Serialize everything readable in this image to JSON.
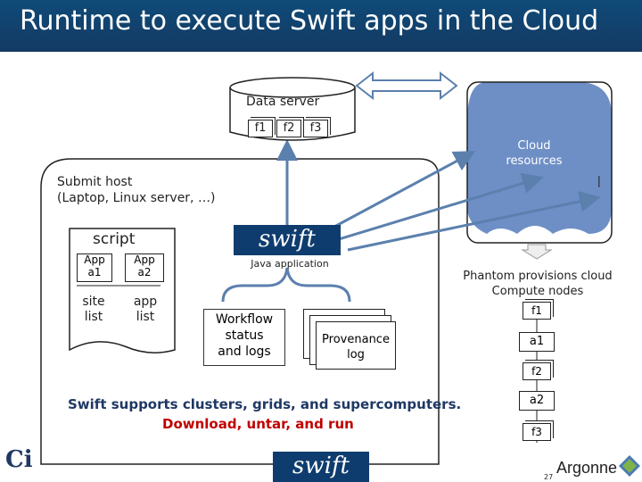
{
  "title": "Runtime to execute Swift apps in the Cloud",
  "data_server": {
    "label": "Data server",
    "files": [
      "f1",
      "f2",
      "f3"
    ]
  },
  "cloud": {
    "label": "Cloud\nresources",
    "dots": "......."
  },
  "submit_host": {
    "line1": "Submit host",
    "line2": "(Laptop, Linux server, …)"
  },
  "script": {
    "label": "script",
    "app1": "App\na1",
    "app2": "App\na2",
    "site_list": "site\nlist",
    "app_list": "app\nlist"
  },
  "swift_logo": "swift",
  "java_app": "Java application",
  "workflow": "Workflow\nstatus\nand logs",
  "provenance": "Provenance\nlog",
  "phantom": "Phantom provisions cloud\nCompute nodes",
  "nodes": [
    "f1",
    "a1",
    "f2",
    "a2",
    "f3"
  ],
  "bottom_line1": "Swift supports clusters, grids, and supercomputers.",
  "bottom_line2": "Download, untar, and run",
  "page_number": "27",
  "argonne": "Argonne",
  "ci_logo": "Ci",
  "colors": {
    "title_bg": "#0f4a78",
    "arrow": "#5b80ad",
    "red": "#c00000",
    "navy": "#1f3864"
  }
}
